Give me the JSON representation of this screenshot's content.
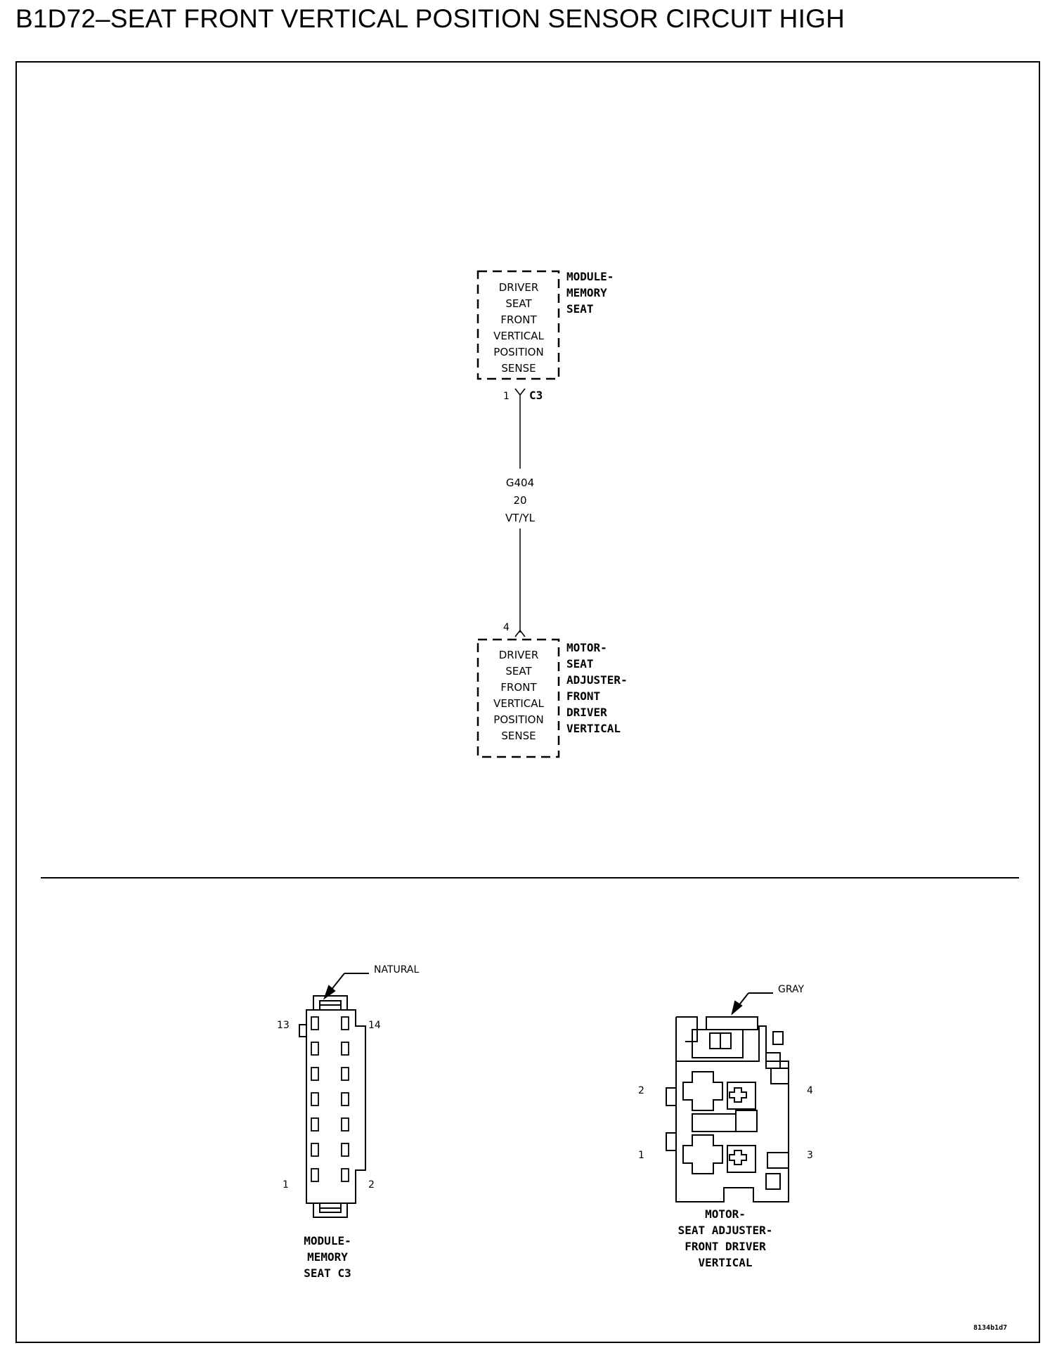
{
  "title": "B1D72–SEAT FRONT VERTICAL POSITION SENSOR CIRCUIT HIGH",
  "module_memory_seat": {
    "box_lines": [
      "DRIVER",
      "SEAT",
      "FRONT",
      "VERTICAL",
      "POSITION",
      "SENSE"
    ],
    "name_lines": [
      "MODULE-",
      "MEMORY",
      "SEAT"
    ],
    "pin": "1",
    "connector": "C3"
  },
  "wire": {
    "circuit": "G404",
    "gauge": "20",
    "color": "VT/YL"
  },
  "motor_seat_adjuster": {
    "box_lines": [
      "DRIVER",
      "SEAT",
      "FRONT",
      "VERTICAL",
      "POSITION",
      "SENSE"
    ],
    "name_lines": [
      "MOTOR-",
      "SEAT",
      "ADJUSTER-",
      "FRONT",
      "DRIVER",
      "VERTICAL"
    ],
    "pin": "4"
  },
  "connector_c3_view": {
    "color_label": "NATURAL",
    "pin_labels": [
      "13",
      "14",
      "1",
      "2"
    ],
    "name_lines": [
      "MODULE-",
      "MEMORY",
      "SEAT C3"
    ]
  },
  "connector_motor_view": {
    "color_label": "GRAY",
    "pin_labels": [
      "2",
      "4",
      "1",
      "3"
    ],
    "name_lines": [
      "MOTOR-",
      "SEAT ADJUSTER-",
      "FRONT DRIVER",
      "VERTICAL"
    ]
  },
  "reference_code": "8134b1d7"
}
